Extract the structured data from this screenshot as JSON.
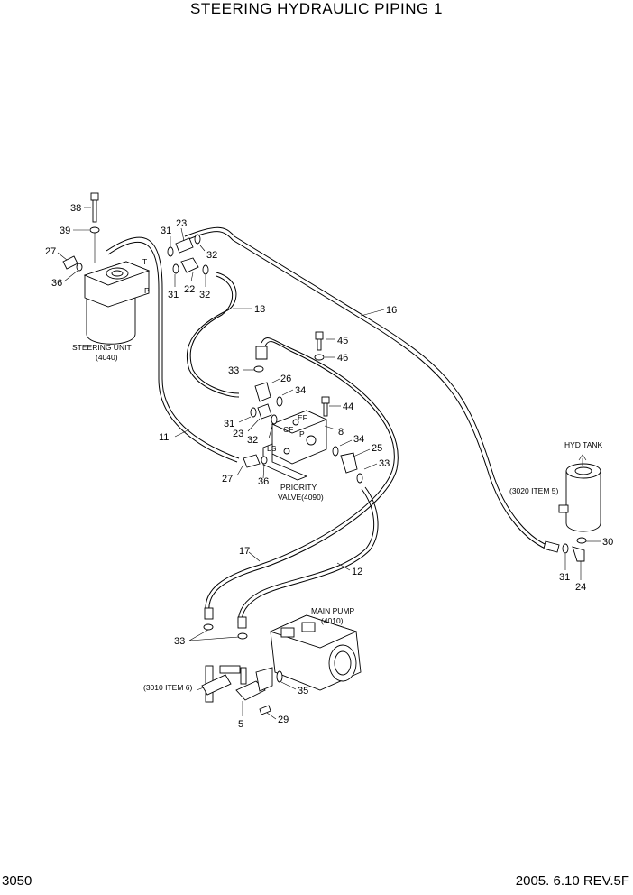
{
  "page": {
    "title": "STEERING HYDRAULIC PIPING 1",
    "page_number": "3050",
    "revision": "2005. 6.10  REV.5F"
  },
  "labels": {
    "steering_unit": "STEERING UNIT",
    "steering_unit_ref": "(4040)",
    "priority_valve": "PRIORITY",
    "priority_valve_ref": "VALVE(4090)",
    "main_pump": "MAIN PUMP",
    "main_pump_ref": "(4010)",
    "hyd_tank": "HYD TANK",
    "tank_item": "(3020 ITEM 5)",
    "pump_item": "(3010 ITEM 6)",
    "port_t": "T",
    "port_p": "P",
    "port_cf": "CF",
    "port_ls": "LS",
    "port_el": "EF",
    "port_pp": "P"
  },
  "callouts": {
    "c38": "38",
    "c39": "39",
    "c27a": "27",
    "c36a": "36",
    "c31a": "31",
    "c23a": "23",
    "c32a": "32",
    "c31b": "31",
    "c22": "22",
    "c32b": "32",
    "c13": "13",
    "c16": "16",
    "c45": "45",
    "c46": "46",
    "c33a": "33",
    "c26": "26",
    "c34a": "34",
    "c44": "44",
    "c31c": "31",
    "c23b": "23",
    "c32c": "32",
    "c8": "8",
    "c11": "11",
    "c34b": "34",
    "c25": "25",
    "c33b": "33",
    "c27b": "27",
    "c36b": "36",
    "c17": "17",
    "c12": "12",
    "c30": "30",
    "c31d": "31",
    "c24": "24",
    "c33c": "33",
    "c35": "35",
    "c5": "5",
    "c29": "29"
  }
}
